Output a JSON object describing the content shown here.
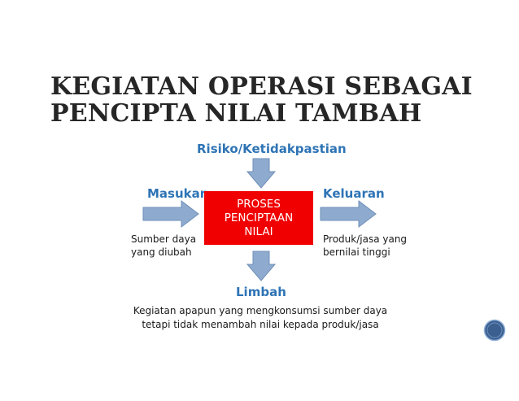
{
  "slide": {
    "title_line1": "KEGIATAN OPERASI SEBAGAI",
    "title_line2": "PENCIPTA NILAI TAMBAH",
    "risk_label": "Risiko/Ketidakpastian",
    "input_label": "Masukan",
    "output_label": "Keluaran",
    "process": {
      "line1": "PROSES",
      "line2": "PENCIPTAAN",
      "line3": "NILAI"
    },
    "input_desc_line1": "Sumber daya",
    "input_desc_line2": "yang diubah",
    "output_desc_line1": "Produk/jasa yang",
    "output_desc_line2": "bernilai tinggi",
    "waste_label": "Limbah",
    "waste_desc_line1": "Kegiatan apapun yang mengkonsumsi sumber daya",
    "waste_desc_line2": "tetapi tidak menambah nilai kepada produk/jasa"
  },
  "colors": {
    "arrow_fill": "#8eabcf",
    "arrow_stroke": "#6f8fb8",
    "process_fill": "#f00000",
    "label_blue": "#2e74b5",
    "nav_button": "#3b5f8f"
  }
}
